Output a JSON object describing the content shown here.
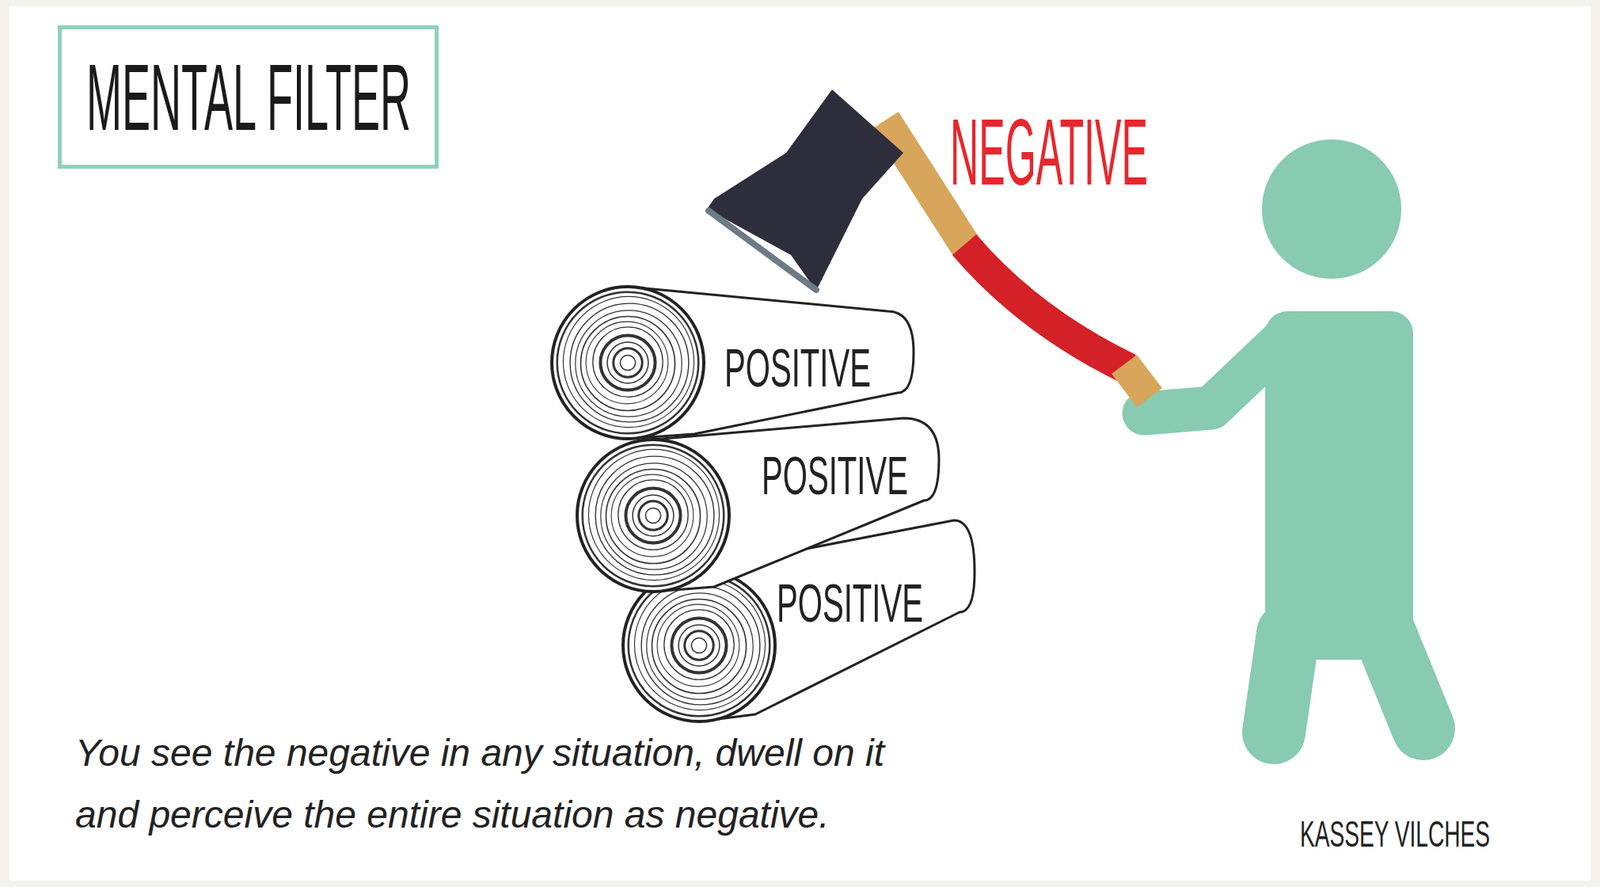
{
  "diagram": {
    "title": "MENTAL FILTER",
    "caption": "You see the negative in any situation, dwell on it and perceive the entire situation as negative.",
    "nodes": [
      {
        "text": [
          "POSITIVE"
        ]
      },
      {
        "text": [
          "POSITIVE"
        ]
      },
      {
        "text": [
          "POSITIVE"
        ]
      }
    ],
    "labels": [
      "NEGATIVE",
      "KASSEY VILCHES"
    ]
  }
}
